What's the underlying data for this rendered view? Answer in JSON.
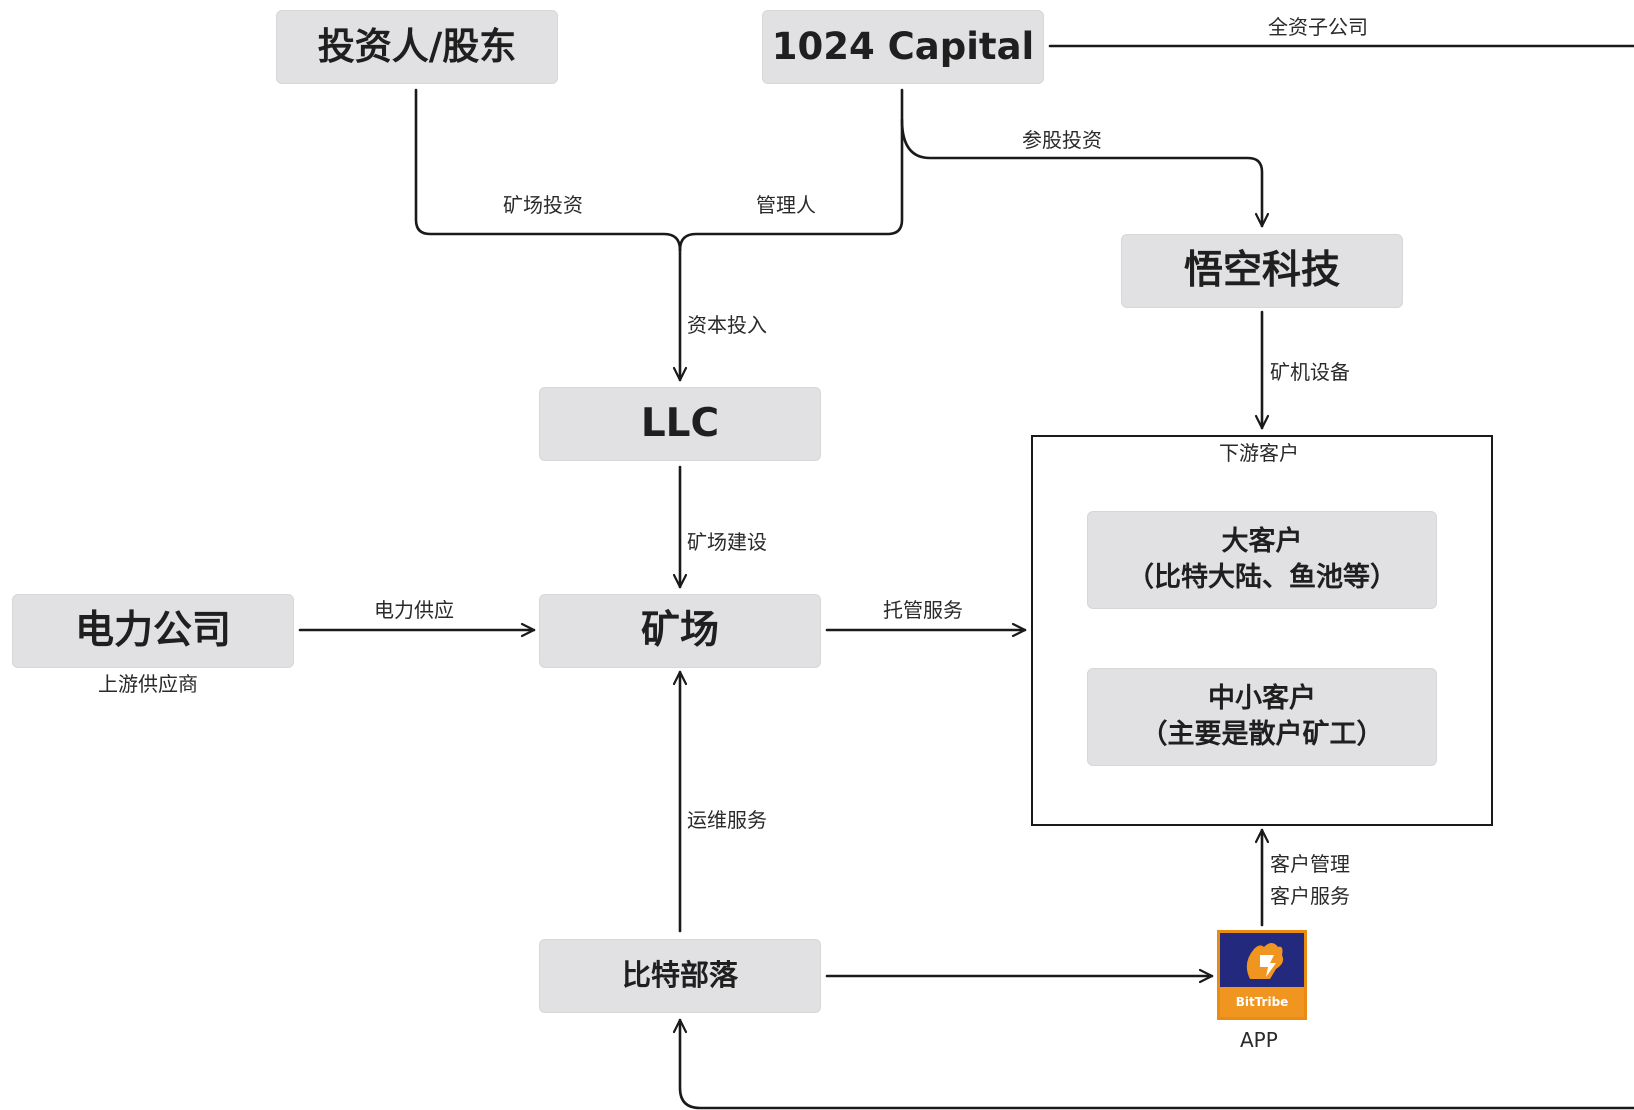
{
  "nodes": {
    "investors": "投资人/股东",
    "capital": "1024 Capital",
    "wukong": "悟空科技",
    "llc": "LLC",
    "mine": "矿场",
    "power": "电力公司",
    "power_sub": "上游供应商",
    "bittribe": "比特部落",
    "downstream_title": "下游客户",
    "big_client_line1": "大客户",
    "big_client_line2": "（比特大陆、鱼池等）",
    "small_client_line1": "中小客户",
    "small_client_line2": "（主要是散户矿工）",
    "app_caption": "APP",
    "app_logo_text": "BitTribe"
  },
  "edges": {
    "wholly_owned": "全资子公司",
    "equity_investment": "参股投资",
    "mine_investment": "矿场投资",
    "manager": "管理人",
    "capital_input": "资本投入",
    "mining_equipment": "矿机设备",
    "mine_construction": "矿场建设",
    "power_supply": "电力供应",
    "hosting_service": "托管服务",
    "ops_service": "运维服务",
    "client_management": "客户管理",
    "client_service": "客户服务"
  },
  "colors": {
    "node_fill": "#e1e1e4",
    "line": "#1a1a1a",
    "app_bg": "#232a7d",
    "app_accent": "#ef9520"
  }
}
